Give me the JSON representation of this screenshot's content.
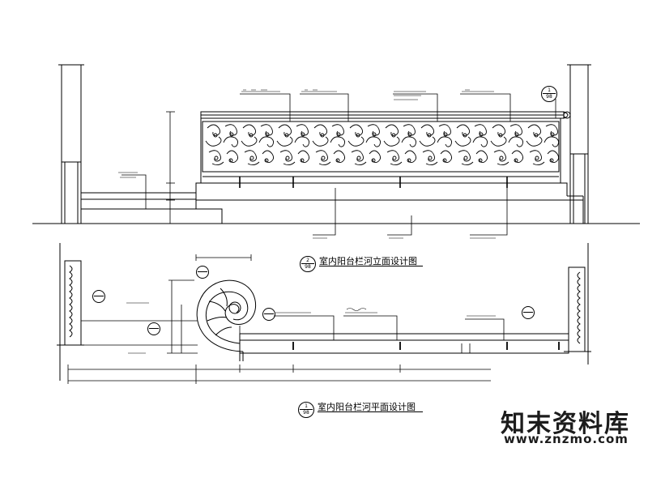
{
  "elevation": {
    "title": "室内阳台栏河立面设计图",
    "bubble_top": "2",
    "bubble_bottom": "98"
  },
  "plan": {
    "title": "室内阳台栏河平面设计图",
    "bubble_top": "1",
    "bubble_bottom": "98"
  },
  "ref_bubble": {
    "top": "1",
    "bottom": "98"
  },
  "watermark": {
    "text": "知末资料库",
    "url": "www.znzmo.com"
  }
}
